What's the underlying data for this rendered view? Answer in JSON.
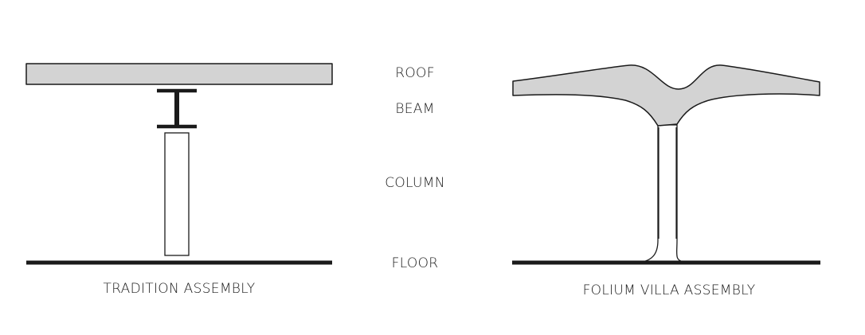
{
  "colors": {
    "roof_fill": "#d3d3d3",
    "stroke": "#1a1a1a",
    "background": "#ffffff"
  },
  "layers": {
    "roof": "ROOF",
    "beam": "BEAM",
    "column": "COLUMN",
    "floor": "FLOOR"
  },
  "assemblies": {
    "traditional": {
      "caption": "TRADITION ASSEMBLY"
    },
    "folium": {
      "caption": "FOLIUM VILLA ASSEMBLY"
    }
  }
}
